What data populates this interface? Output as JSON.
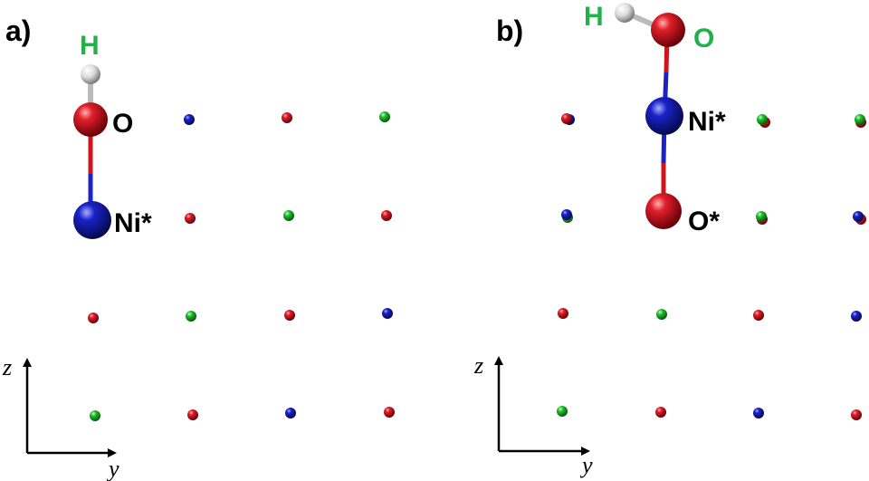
{
  "colors": {
    "oxygen": "#d0141c",
    "nickel": "#1a22c8",
    "hydrogen": "#e8e8e8",
    "green_atom": "#1fbf2a",
    "label_green": "#22b04b",
    "label_black": "#000000"
  },
  "panels": [
    {
      "id": "a",
      "label": "a)",
      "atoms": {
        "H": "H",
        "O": "O",
        "Ni": "Ni*"
      },
      "axes": {
        "z": "z",
        "y": "y"
      }
    },
    {
      "id": "b",
      "label": "b)",
      "atoms": {
        "H": "H",
        "O": "O",
        "Ni": "Ni*",
        "O2": "O*"
      },
      "axes": {
        "z": "z",
        "y": "y"
      }
    }
  ]
}
